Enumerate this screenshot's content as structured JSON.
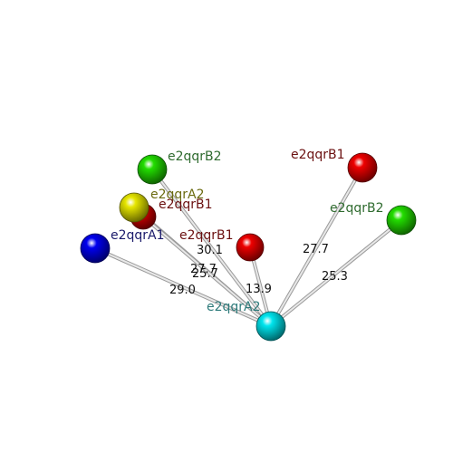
{
  "diagram": {
    "nodes": [
      {
        "id": "center",
        "label": "e2qqrA2",
        "color": "#00e5ee",
        "label_color": "#2e7b7b"
      },
      {
        "id": "n1",
        "label": "e2qqrB2",
        "color": "#22dd00",
        "label_color": "#2f6b2f"
      },
      {
        "id": "n2",
        "label": "e2qqrB1",
        "color": "#ee0000",
        "label_color": "#6b1010"
      },
      {
        "id": "n3",
        "label": "e2qqrA2",
        "color": "#e6e600",
        "label_color": "#6b6b10"
      },
      {
        "id": "n4",
        "label": "e2qqrB1",
        "color": "#cc0000",
        "label_color": "#6b1010"
      },
      {
        "id": "n5",
        "label": "e2qqrA1",
        "color": "#0000ee",
        "label_color": "#1a1a6b"
      },
      {
        "id": "n6",
        "label": "e2qqrB1",
        "color": "#ee0000",
        "label_color": "#6b1010"
      },
      {
        "id": "n7",
        "label": "e2qqrB2",
        "color": "#22dd00",
        "label_color": "#2f6b2f"
      }
    ],
    "edges": [
      {
        "from": "center",
        "to": "n1",
        "distance": "30.1"
      },
      {
        "from": "center",
        "to": "n3",
        "distance": "27.7"
      },
      {
        "from": "center",
        "to": "n4",
        "distance": "25.7"
      },
      {
        "from": "center",
        "to": "n5",
        "distance": "29.0"
      },
      {
        "from": "center",
        "to": "n6",
        "distance": "13.9"
      },
      {
        "from": "center",
        "to": "n2",
        "distance": "27.7"
      },
      {
        "from": "center",
        "to": "n7",
        "distance": "25.3"
      }
    ]
  }
}
